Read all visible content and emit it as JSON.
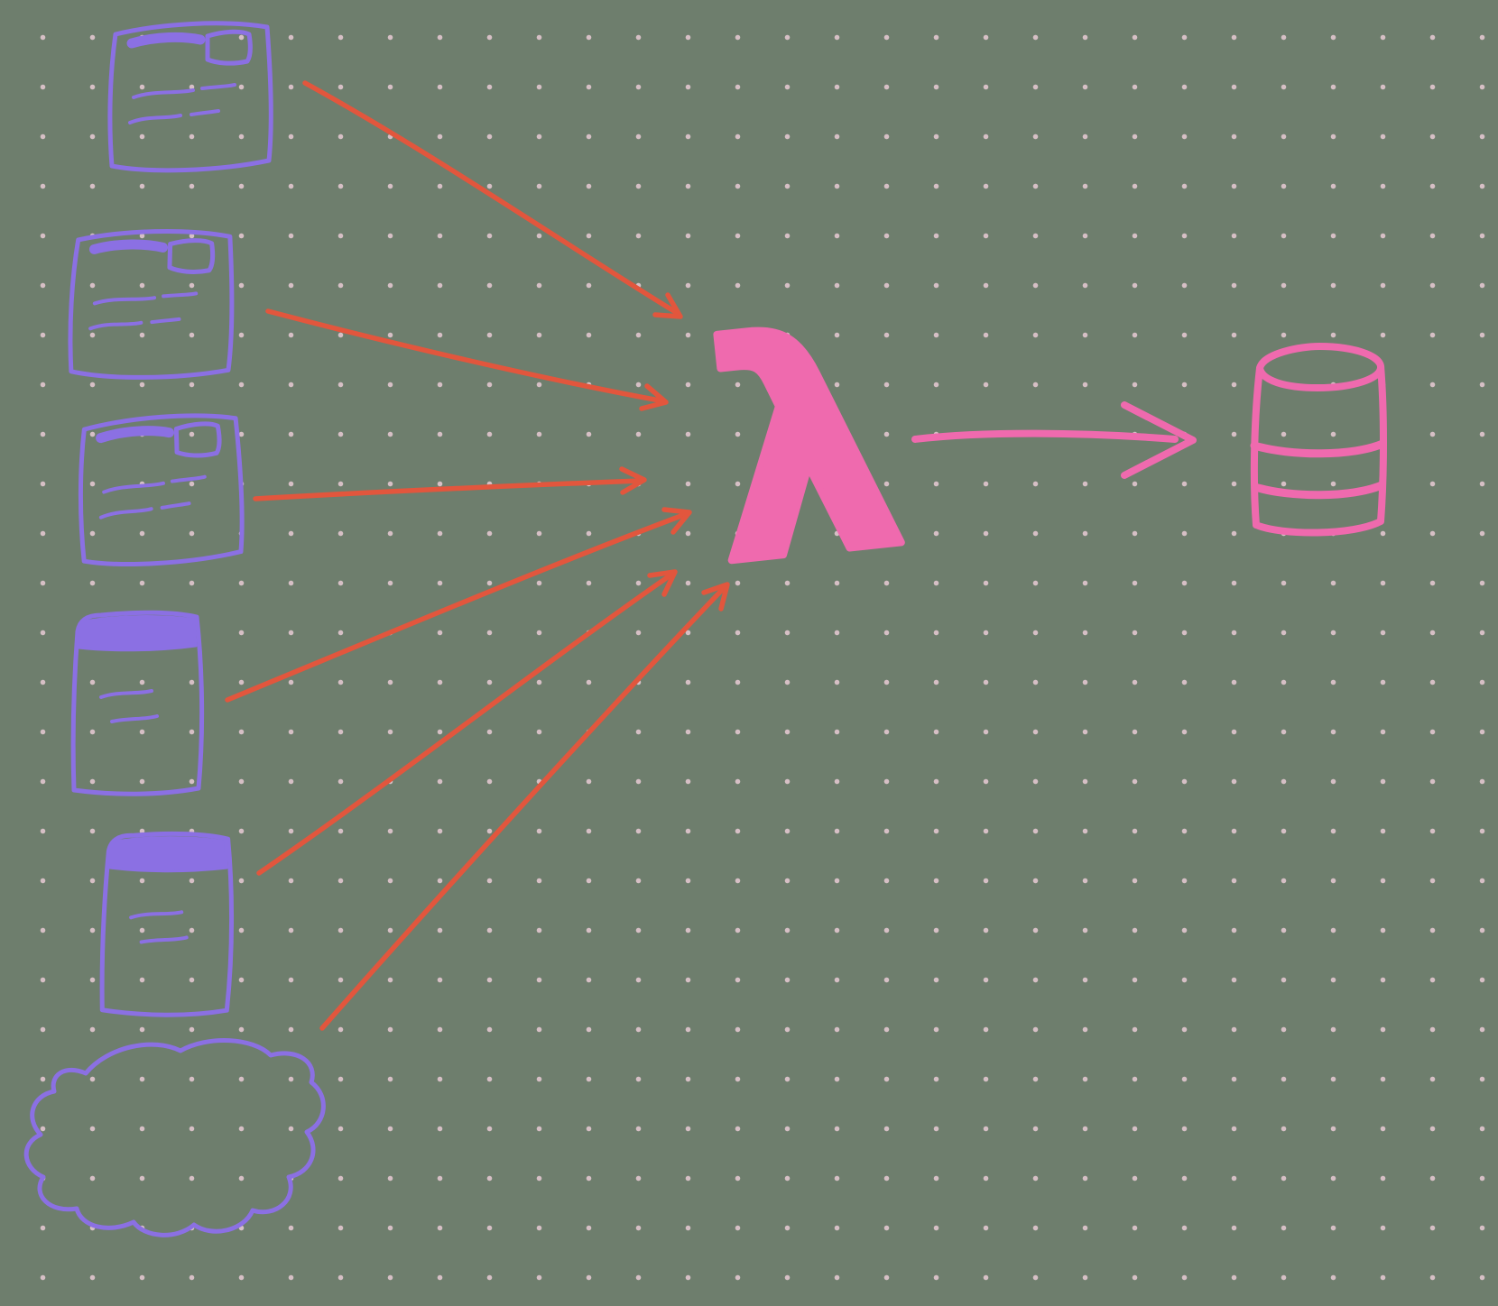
{
  "canvas": {
    "background": "#6e7e6d",
    "dot_color": "#d6bfc5",
    "grid_size": 55
  },
  "palette": {
    "source_stroke": "#8b70e3",
    "flow_arrow": "#e2563d",
    "accent": "#ef6aae"
  },
  "diagram": {
    "sources": [
      {
        "id": "document-1",
        "kind": "document"
      },
      {
        "id": "document-2",
        "kind": "document"
      },
      {
        "id": "document-3",
        "kind": "document"
      },
      {
        "id": "note-1",
        "kind": "note"
      },
      {
        "id": "note-2",
        "kind": "note"
      },
      {
        "id": "cloud-1",
        "kind": "cloud"
      }
    ],
    "flows": [
      {
        "from": "document-1",
        "to": "lambda-function"
      },
      {
        "from": "document-2",
        "to": "lambda-function"
      },
      {
        "from": "document-3",
        "to": "lambda-function"
      },
      {
        "from": "note-1",
        "to": "lambda-function"
      },
      {
        "from": "note-2",
        "to": "lambda-function"
      },
      {
        "from": "cloud-1",
        "to": "lambda-function"
      },
      {
        "from": "lambda-function",
        "to": "database"
      }
    ],
    "processor": {
      "id": "lambda-function",
      "symbol": "λ"
    },
    "output": {
      "id": "database",
      "kind": "cylinder"
    }
  }
}
